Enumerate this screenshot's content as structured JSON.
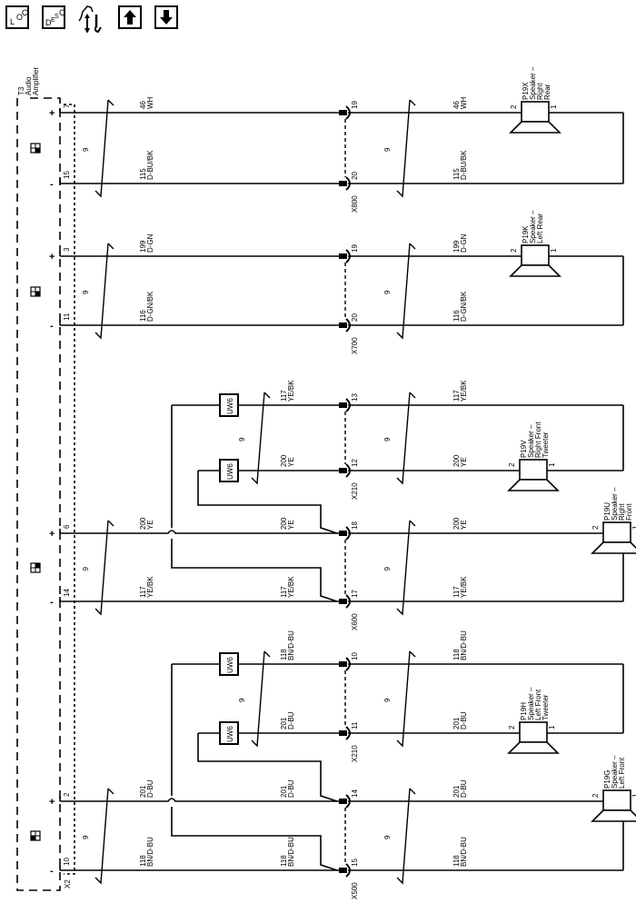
{
  "toolbar": {
    "buttons": [
      {
        "name": "loc-button",
        "icon": "location-icon",
        "glyphs": [
          "L",
          "O",
          "C"
        ]
      },
      {
        "name": "desc-button",
        "icon": "description-icon",
        "glyphs": [
          "D",
          "E",
          "S",
          "C"
        ]
      },
      {
        "name": "connector-tool-button",
        "icon": "connector-wrench-icon"
      },
      {
        "name": "page-up-button",
        "icon": "arrow-up-icon"
      },
      {
        "name": "page-down-button",
        "icon": "arrow-down-icon"
      }
    ]
  },
  "component": {
    "id": "T3",
    "name_line1": "Audio",
    "name_line2": "Amplifier",
    "connector": "X2"
  },
  "circuits": [
    {
      "name": "right-rear",
      "plus_pin": "7",
      "minus_pin": "15",
      "plus_wire": [
        "46",
        "WH"
      ],
      "minus_wire": [
        "115",
        "D-BU/BK"
      ],
      "twist": "9",
      "inline_connector": "X800",
      "plus_inline_pin": "19",
      "minus_inline_pin": "20",
      "speaker": {
        "id": "P19X",
        "lines": [
          "Speaker –",
          "Right",
          "Rear"
        ],
        "pin_in": "2",
        "pin_out": "1"
      }
    },
    {
      "name": "left-rear",
      "plus_pin": "3",
      "minus_pin": "11",
      "plus_wire": [
        "199",
        "D-GN"
      ],
      "minus_wire": [
        "116",
        "D-GN/BK"
      ],
      "twist": "9",
      "inline_connector": "X700",
      "plus_inline_pin": "19",
      "minus_inline_pin": "20",
      "speaker": {
        "id": "P19K",
        "lines": [
          "Speaker –",
          "Left Rear"
        ],
        "pin_in": "2",
        "pin_out": "1"
      }
    },
    {
      "name": "right-front",
      "plus_pin": "6",
      "minus_pin": "14",
      "plus_wire": [
        "200",
        "YE"
      ],
      "minus_wire": [
        "117",
        "YE/BK"
      ],
      "twist": "9",
      "inline_connector": "X600",
      "plus_inline_pin": "18",
      "minus_inline_pin": "17",
      "tweeter": {
        "inline_connector": "X210",
        "top_pin": "13",
        "bottom_pin": "12",
        "top_wire": [
          "117",
          "YE/BK"
        ],
        "bottom_wire": [
          "200",
          "YE"
        ],
        "filter": "UW6",
        "twist": "9",
        "speaker": {
          "id": "P19V",
          "lines": [
            "Speaker –",
            "Right Front",
            "Tweeter"
          ],
          "pin_in": "2",
          "pin_out": "1"
        }
      },
      "speaker": {
        "id": "P19U",
        "lines": [
          "Speaker –",
          "Right",
          "Front"
        ],
        "pin_in": "2",
        "pin_out": "1"
      }
    },
    {
      "name": "left-front",
      "plus_pin": "2",
      "minus_pin": "10",
      "plus_wire": [
        "201",
        "D-BU"
      ],
      "minus_wire": [
        "118",
        "BN/D-BU"
      ],
      "twist": "9",
      "inline_connector": "X500",
      "plus_inline_pin": "14",
      "minus_inline_pin": "15",
      "tweeter": {
        "inline_connector": "X210",
        "top_pin": "10",
        "bottom_pin": "11",
        "top_wire": [
          "118",
          "BN/D-BU"
        ],
        "bottom_wire": [
          "201",
          "D-BU"
        ],
        "filter": "UW6",
        "twist": "9",
        "speaker": {
          "id": "P19H",
          "lines": [
            "Speaker –",
            "Left Front",
            "Tweeter"
          ],
          "pin_in": "2",
          "pin_out": "1"
        }
      },
      "speaker": {
        "id": "P19G",
        "lines": [
          "Speaker –",
          "Left Front"
        ],
        "pin_in": "2",
        "pin_out": "1"
      }
    }
  ],
  "polarity": {
    "plus": "+",
    "minus": "-"
  }
}
